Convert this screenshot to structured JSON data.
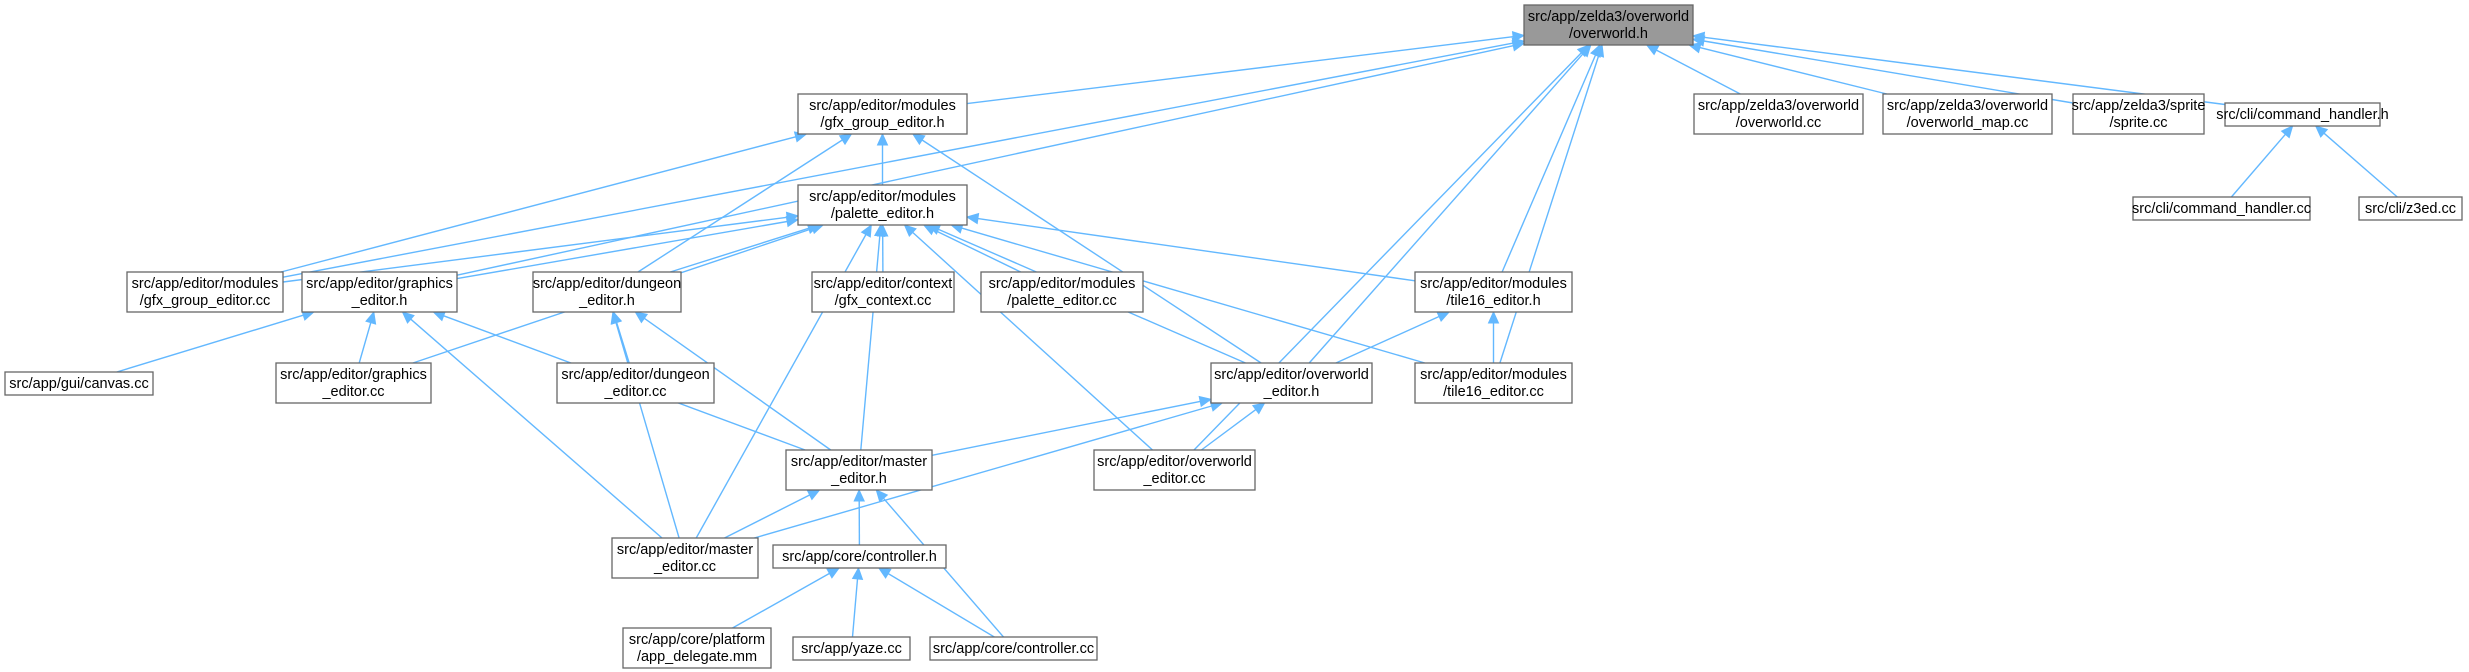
{
  "nodes": [
    {
      "id": "overworld_h",
      "lines": [
        "src/app/zelda3/overworld",
        "/overworld.h"
      ],
      "highlight": true
    },
    {
      "id": "gfx_group_editor_h",
      "lines": [
        "src/app/editor/modules",
        "/gfx_group_editor.h"
      ]
    },
    {
      "id": "overworld_cc",
      "lines": [
        "src/app/zelda3/overworld",
        "/overworld.cc"
      ]
    },
    {
      "id": "overworld_map_cc",
      "lines": [
        "src/app/zelda3/overworld",
        "/overworld_map.cc"
      ]
    },
    {
      "id": "sprite_cc",
      "lines": [
        "src/app/zelda3/sprite",
        "/sprite.cc"
      ]
    },
    {
      "id": "command_handler_h",
      "lines": [
        "src/cli/command_handler.h"
      ]
    },
    {
      "id": "palette_editor_h",
      "lines": [
        "src/app/editor/modules",
        "/palette_editor.h"
      ]
    },
    {
      "id": "command_handler_cc",
      "lines": [
        "src/cli/command_handler.cc"
      ]
    },
    {
      "id": "z3ed_cc",
      "lines": [
        "src/cli/z3ed.cc"
      ]
    },
    {
      "id": "gfx_group_editor_cc",
      "lines": [
        "src/app/editor/modules",
        "/gfx_group_editor.cc"
      ]
    },
    {
      "id": "graphics_editor_h",
      "lines": [
        "src/app/editor/graphics",
        "_editor.h"
      ]
    },
    {
      "id": "dungeon_editor_h",
      "lines": [
        "src/app/editor/dungeon",
        "_editor.h"
      ]
    },
    {
      "id": "gfx_context_cc",
      "lines": [
        "src/app/editor/context",
        "/gfx_context.cc"
      ]
    },
    {
      "id": "palette_editor_cc",
      "lines": [
        "src/app/editor/modules",
        "/palette_editor.cc"
      ]
    },
    {
      "id": "tile16_editor_h",
      "lines": [
        "src/app/editor/modules",
        "/tile16_editor.h"
      ]
    },
    {
      "id": "canvas_cc",
      "lines": [
        "src/app/gui/canvas.cc"
      ]
    },
    {
      "id": "graphics_editor_cc",
      "lines": [
        "src/app/editor/graphics",
        "_editor.cc"
      ]
    },
    {
      "id": "dungeon_editor_cc",
      "lines": [
        "src/app/editor/dungeon",
        "_editor.cc"
      ]
    },
    {
      "id": "overworld_editor_h",
      "lines": [
        "src/app/editor/overworld",
        "_editor.h"
      ]
    },
    {
      "id": "tile16_editor_cc",
      "lines": [
        "src/app/editor/modules",
        "/tile16_editor.cc"
      ]
    },
    {
      "id": "master_editor_h",
      "lines": [
        "src/app/editor/master",
        "_editor.h"
      ]
    },
    {
      "id": "overworld_editor_cc",
      "lines": [
        "src/app/editor/overworld",
        "_editor.cc"
      ]
    },
    {
      "id": "master_editor_cc",
      "lines": [
        "src/app/editor/master",
        "_editor.cc"
      ]
    },
    {
      "id": "controller_h",
      "lines": [
        "src/app/core/controller.h"
      ]
    },
    {
      "id": "app_delegate_mm",
      "lines": [
        "src/app/core/platform",
        "/app_delegate.mm"
      ]
    },
    {
      "id": "yaze_cc",
      "lines": [
        "src/app/yaze.cc"
      ]
    },
    {
      "id": "controller_cc",
      "lines": [
        "src/app/core/controller.cc"
      ]
    }
  ],
  "edges": [
    {
      "from": "gfx_group_editor_h",
      "to": "overworld_h"
    },
    {
      "from": "overworld_cc",
      "to": "overworld_h"
    },
    {
      "from": "overworld_map_cc",
      "to": "overworld_h"
    },
    {
      "from": "sprite_cc",
      "to": "overworld_h"
    },
    {
      "from": "command_handler_h",
      "to": "overworld_h"
    },
    {
      "from": "gfx_group_editor_cc",
      "to": "overworld_h"
    },
    {
      "from": "graphics_editor_h",
      "to": "overworld_h"
    },
    {
      "from": "overworld_editor_h",
      "to": "overworld_h"
    },
    {
      "from": "tile16_editor_h",
      "to": "overworld_h"
    },
    {
      "from": "tile16_editor_cc",
      "to": "overworld_h"
    },
    {
      "from": "overworld_editor_cc",
      "to": "overworld_h"
    },
    {
      "from": "command_handler_cc",
      "to": "command_handler_h"
    },
    {
      "from": "z3ed_cc",
      "to": "command_handler_h"
    },
    {
      "from": "palette_editor_h",
      "to": "gfx_group_editor_h"
    },
    {
      "from": "gfx_group_editor_cc",
      "to": "gfx_group_editor_h"
    },
    {
      "from": "dungeon_editor_h",
      "to": "gfx_group_editor_h"
    },
    {
      "from": "overworld_editor_h",
      "to": "gfx_group_editor_h"
    },
    {
      "from": "gfx_group_editor_cc",
      "to": "palette_editor_h"
    },
    {
      "from": "graphics_editor_h",
      "to": "palette_editor_h"
    },
    {
      "from": "dungeon_editor_h",
      "to": "palette_editor_h"
    },
    {
      "from": "gfx_context_cc",
      "to": "palette_editor_h"
    },
    {
      "from": "palette_editor_cc",
      "to": "palette_editor_h"
    },
    {
      "from": "tile16_editor_h",
      "to": "palette_editor_h"
    },
    {
      "from": "graphics_editor_cc",
      "to": "palette_editor_h"
    },
    {
      "from": "overworld_editor_h",
      "to": "palette_editor_h"
    },
    {
      "from": "tile16_editor_cc",
      "to": "palette_editor_h"
    },
    {
      "from": "master_editor_h",
      "to": "palette_editor_h"
    },
    {
      "from": "overworld_editor_cc",
      "to": "palette_editor_h"
    },
    {
      "from": "master_editor_cc",
      "to": "palette_editor_h"
    },
    {
      "from": "canvas_cc",
      "to": "graphics_editor_h"
    },
    {
      "from": "graphics_editor_cc",
      "to": "graphics_editor_h"
    },
    {
      "from": "master_editor_h",
      "to": "graphics_editor_h"
    },
    {
      "from": "master_editor_cc",
      "to": "graphics_editor_h"
    },
    {
      "from": "dungeon_editor_cc",
      "to": "dungeon_editor_h"
    },
    {
      "from": "master_editor_h",
      "to": "dungeon_editor_h"
    },
    {
      "from": "master_editor_cc",
      "to": "dungeon_editor_h"
    },
    {
      "from": "overworld_editor_h",
      "to": "tile16_editor_h"
    },
    {
      "from": "tile16_editor_cc",
      "to": "tile16_editor_h"
    },
    {
      "from": "master_editor_h",
      "to": "overworld_editor_h"
    },
    {
      "from": "overworld_editor_cc",
      "to": "overworld_editor_h"
    },
    {
      "from": "master_editor_cc",
      "to": "overworld_editor_h"
    },
    {
      "from": "master_editor_cc",
      "to": "master_editor_h"
    },
    {
      "from": "controller_h",
      "to": "master_editor_h"
    },
    {
      "from": "controller_cc",
      "to": "master_editor_h"
    },
    {
      "from": "app_delegate_mm",
      "to": "controller_h"
    },
    {
      "from": "yaze_cc",
      "to": "controller_h"
    },
    {
      "from": "controller_cc",
      "to": "controller_h"
    }
  ],
  "colors": {
    "edge": "#63b8ff",
    "box_border": "#666666",
    "root_fill": "#999999",
    "box_fill": "#ffffff",
    "text": "#000000"
  }
}
